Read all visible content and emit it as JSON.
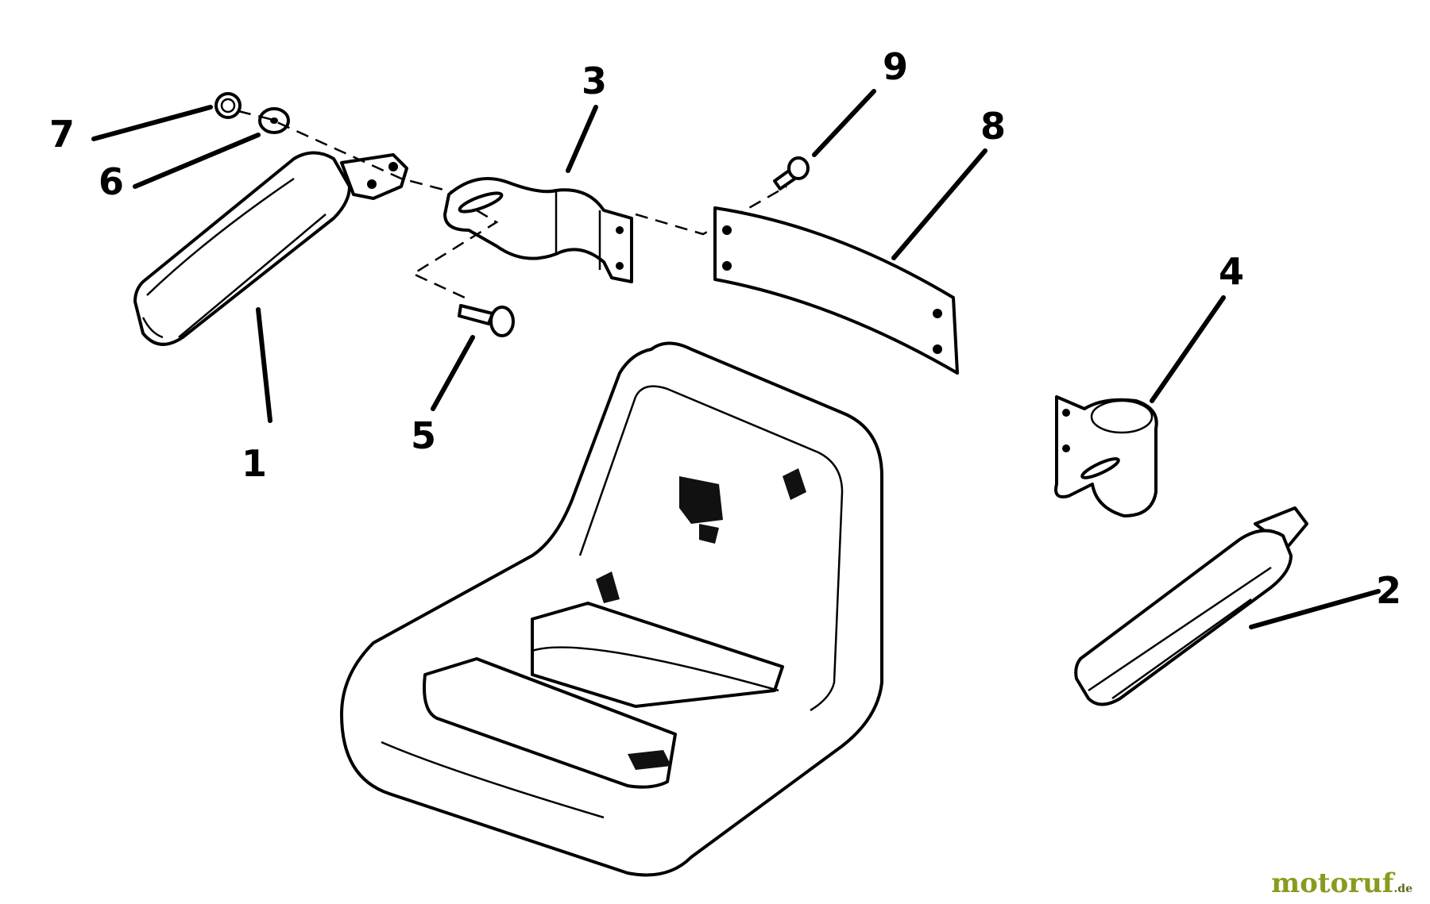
{
  "diagram": {
    "callouts": [
      "1",
      "2",
      "3",
      "4",
      "5",
      "6",
      "7",
      "8",
      "9"
    ]
  },
  "watermark": {
    "main": "motoruf",
    "suffix": ".de"
  }
}
